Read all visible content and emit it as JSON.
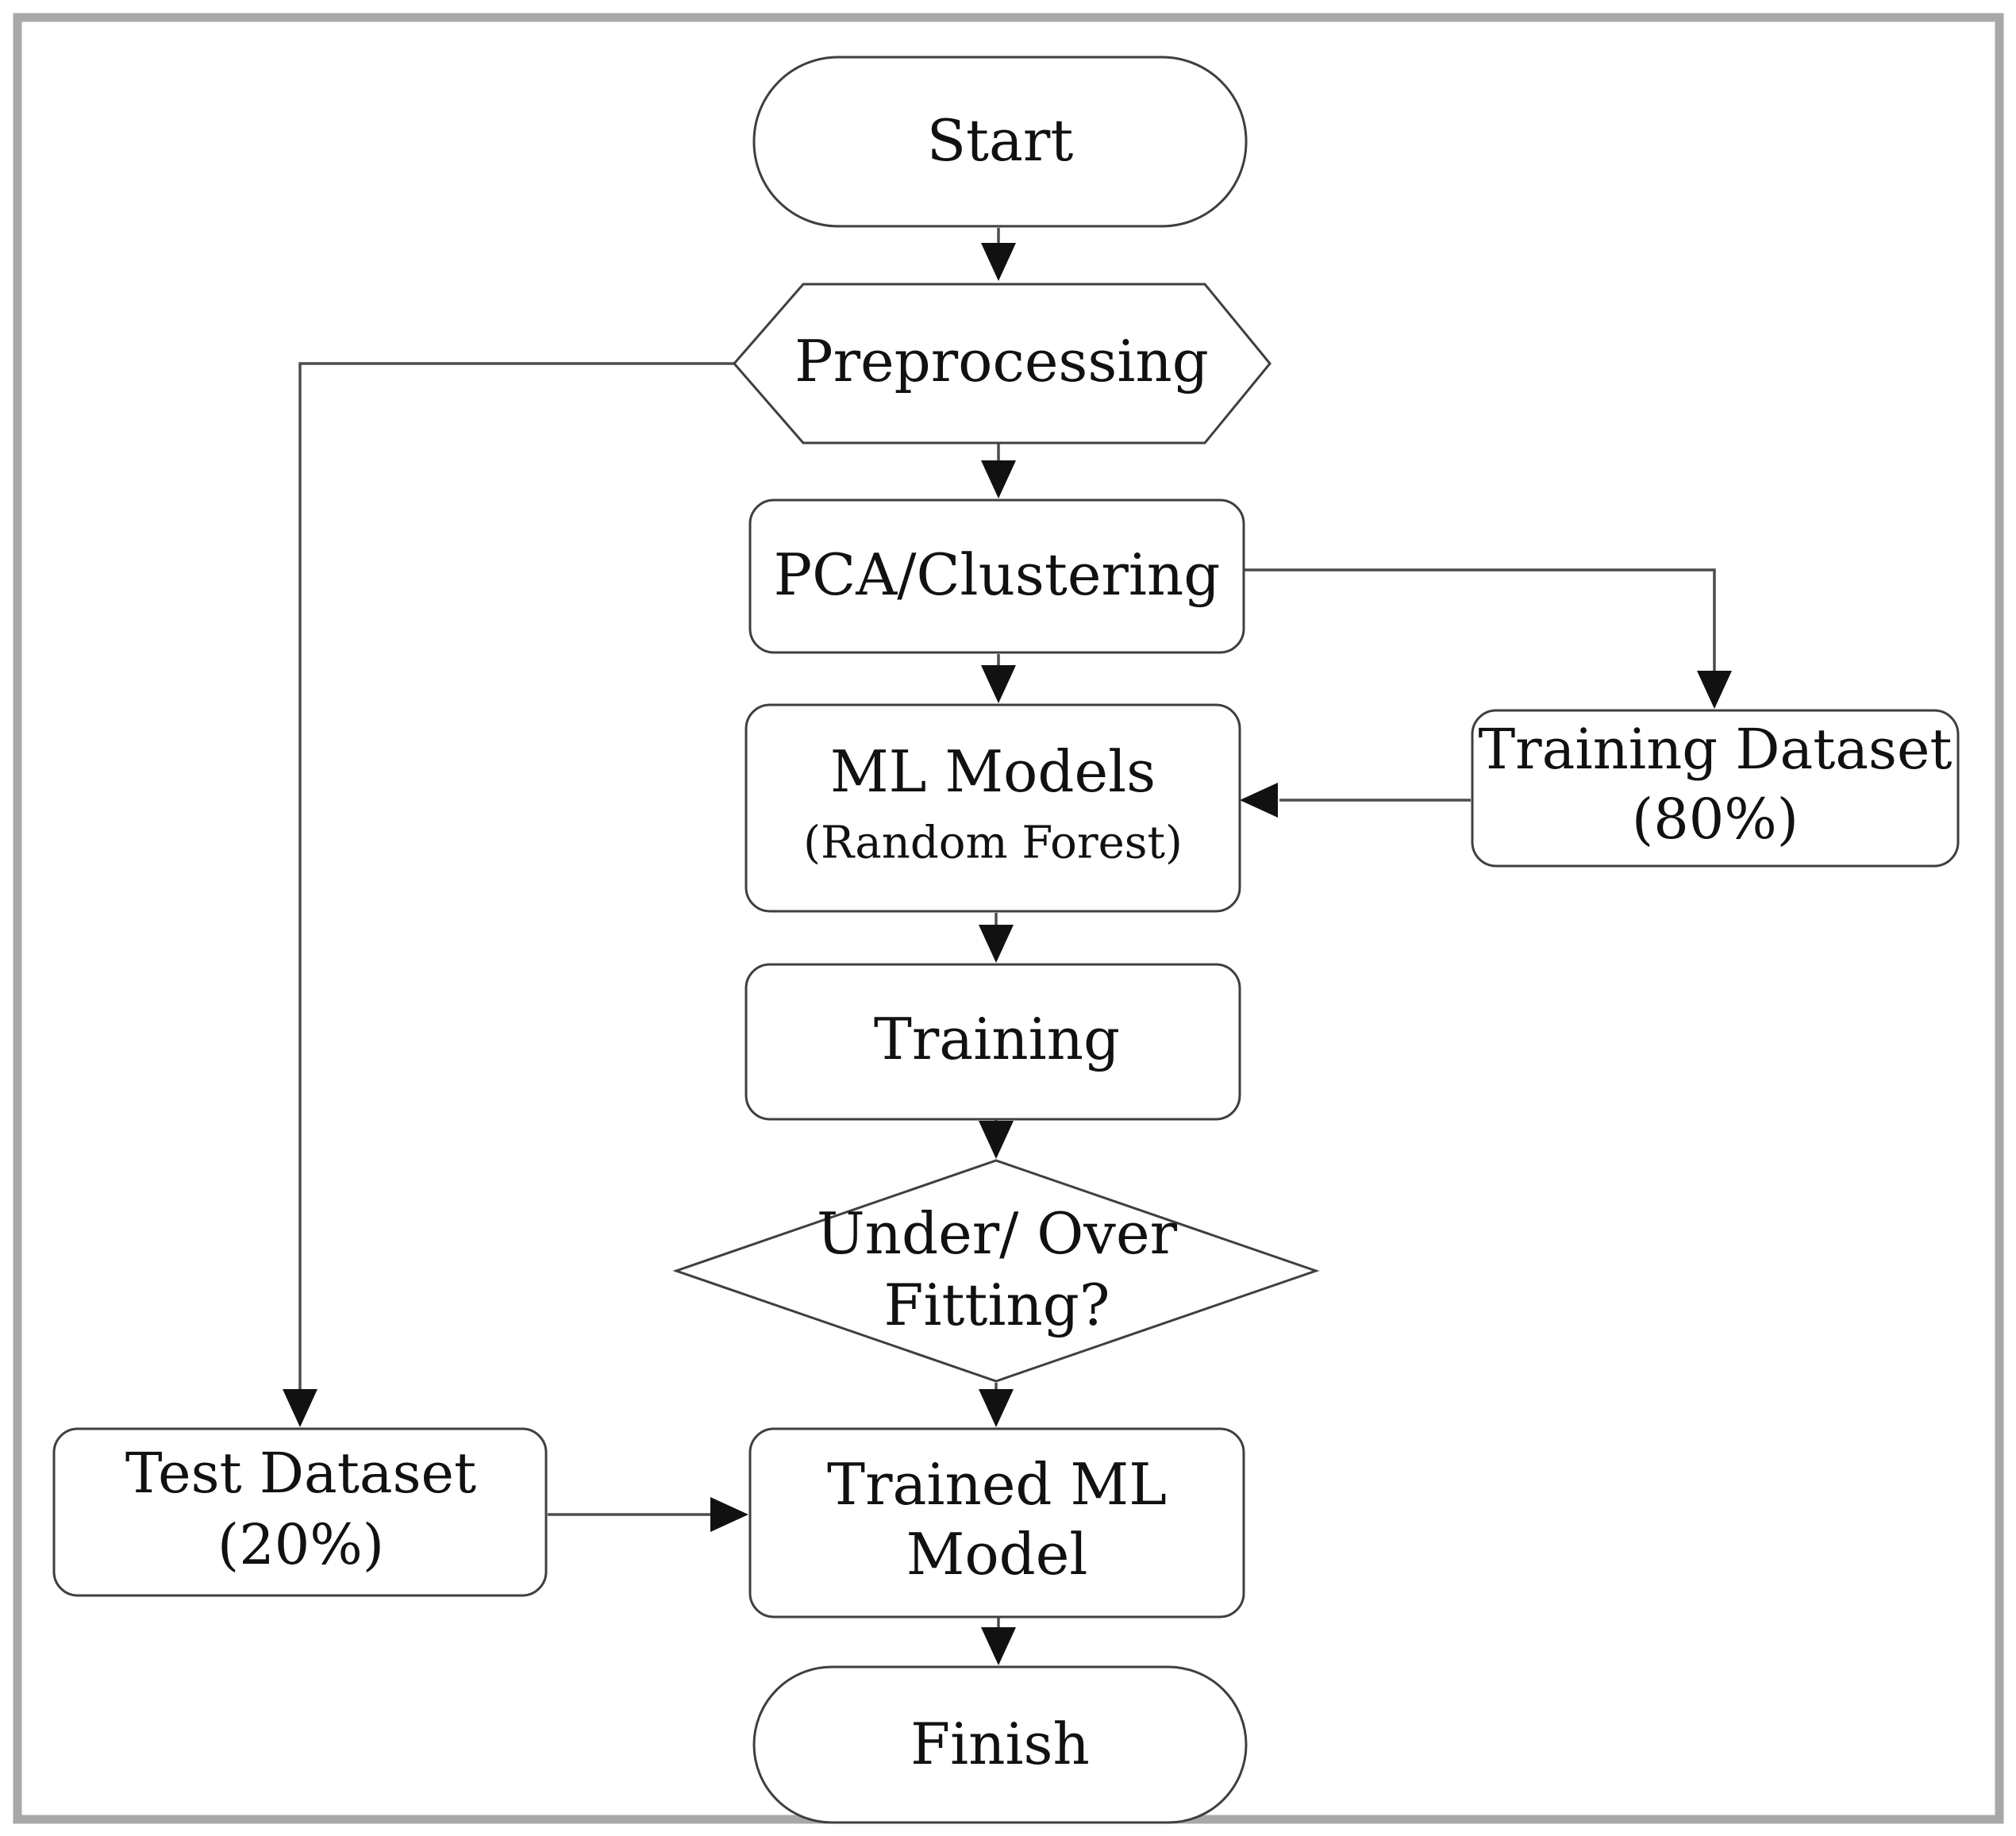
{
  "colors": {
    "background": "#ffffff",
    "frame_border": "#a8a8a8",
    "shape_stroke": "#3f3f3f",
    "connector_stroke": "#4d4d4d",
    "arrow_fill": "#111111",
    "text": "#111111"
  },
  "nodes": {
    "start": {
      "type": "terminator",
      "label": "Start"
    },
    "preprocessing": {
      "type": "hexagon",
      "label": "Preprocessing"
    },
    "pca_clustering": {
      "type": "process",
      "label": "PCA/Clustering"
    },
    "ml_models": {
      "type": "process",
      "line1": "ML Models",
      "line2": "(Random Forest)"
    },
    "training_dataset": {
      "type": "process",
      "line1": "Training Dataset",
      "line2": "(80%)"
    },
    "training": {
      "type": "process",
      "label": "Training"
    },
    "fitting_decision": {
      "type": "decision",
      "line1": "Under/ Over",
      "line2": "Fitting?"
    },
    "test_dataset": {
      "type": "process",
      "line1": "Test Dataset",
      "line2": "(20%)"
    },
    "trained_ml_model": {
      "type": "process",
      "line1": "Trained ML",
      "line2": "Model"
    },
    "finish": {
      "type": "terminator",
      "label": "Finish"
    }
  },
  "edges": [
    {
      "from": "start",
      "to": "preprocessing"
    },
    {
      "from": "preprocessing",
      "to": "pca_clustering"
    },
    {
      "from": "preprocessing",
      "to": "test_dataset"
    },
    {
      "from": "pca_clustering",
      "to": "ml_models"
    },
    {
      "from": "pca_clustering",
      "to": "training_dataset"
    },
    {
      "from": "training_dataset",
      "to": "ml_models"
    },
    {
      "from": "ml_models",
      "to": "training"
    },
    {
      "from": "training",
      "to": "fitting_decision"
    },
    {
      "from": "fitting_decision",
      "to": "trained_ml_model"
    },
    {
      "from": "test_dataset",
      "to": "trained_ml_model"
    },
    {
      "from": "trained_ml_model",
      "to": "finish"
    }
  ]
}
